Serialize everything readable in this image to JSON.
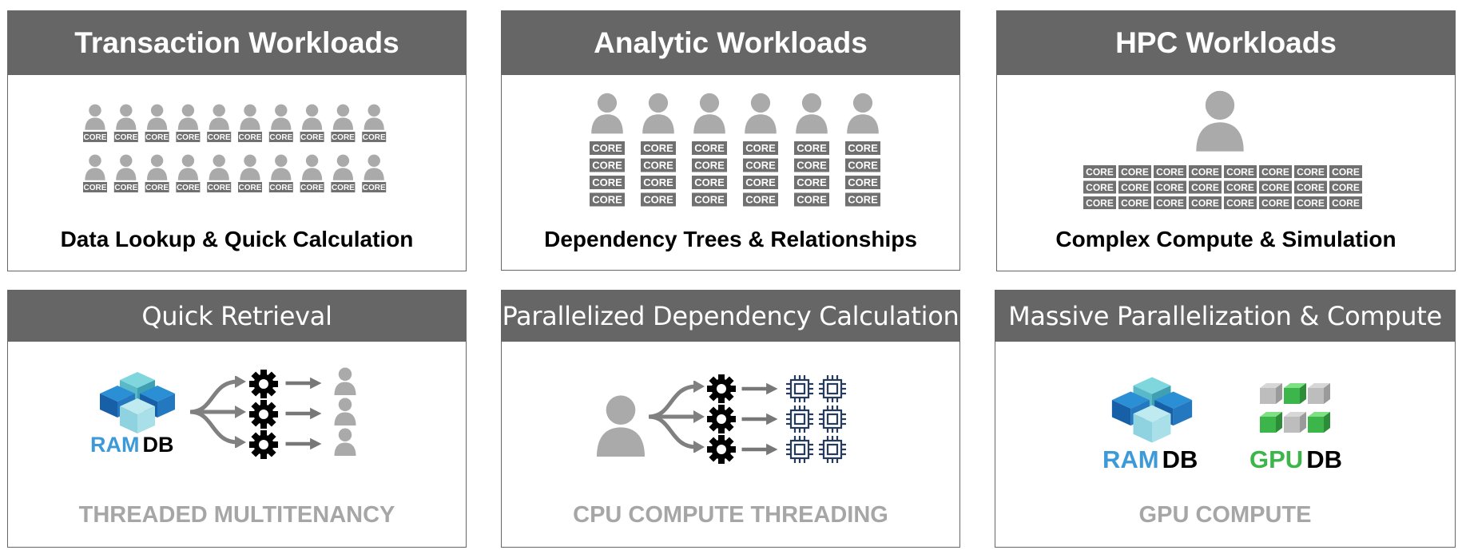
{
  "core_label": "CORE",
  "colors": {
    "header_bg": "#666666",
    "person_gray": "#aaaaaa",
    "core_gray": "#707070",
    "caption_black": "#000000",
    "caption_gray": "#a6a6a6",
    "ram_blue": "#3d9ad8",
    "gpu_green": "#3cb54a",
    "chip_navy": "#263a5b"
  },
  "panels": {
    "transaction": {
      "title": "Transaction Workloads",
      "caption": "Data Lookup & Quick Calculation"
    },
    "analytic": {
      "title": "Analytic Workloads",
      "caption": "Dependency Trees & Relationships"
    },
    "hpc": {
      "title": "HPC Workloads",
      "caption": "Complex Compute & Simulation"
    },
    "retrieval": {
      "title": "Quick Retrieval",
      "caption": "THREADED MULTITENANCY",
      "db_prefix": "RAM",
      "db_suffix": "DB"
    },
    "parallel_dependency": {
      "title": "Parallelized Dependency Calculation",
      "caption": "CPU COMPUTE THREADING"
    },
    "massive_parallel": {
      "title": "Massive Parallelization & Compute",
      "caption": "GPU COMPUTE",
      "ram_prefix": "RAM",
      "ram_suffix": "DB",
      "gpu_prefix": "GPU",
      "gpu_suffix": "DB"
    }
  }
}
